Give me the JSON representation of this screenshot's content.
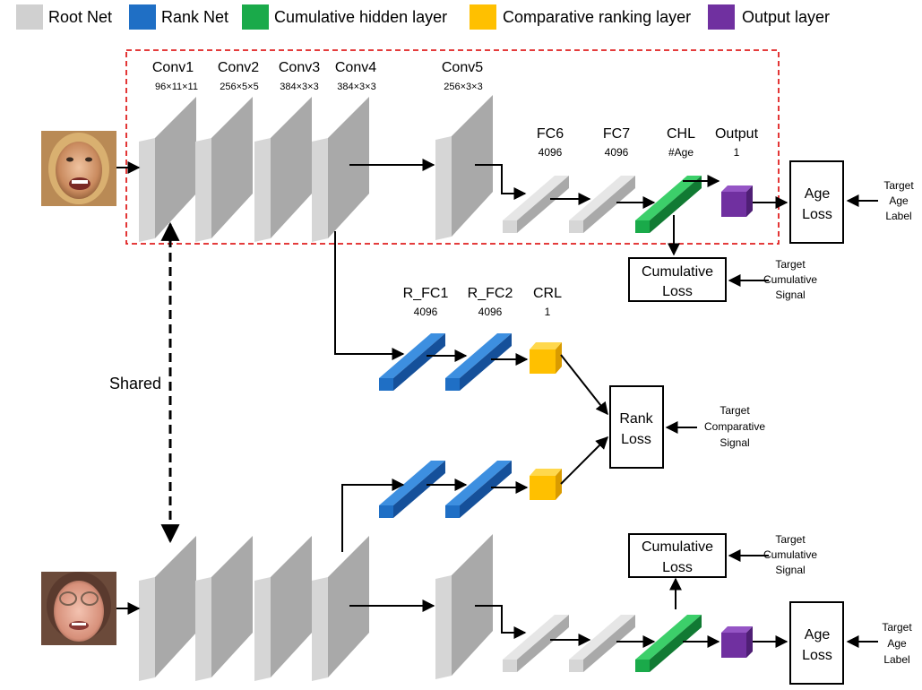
{
  "legend": [
    {
      "label": "Root Net",
      "color": "#d0d0d0"
    },
    {
      "label": "Rank Net",
      "color": "#1f6fc5"
    },
    {
      "label": "Cumulative hidden layer",
      "color": "#1aaa4a"
    },
    {
      "label": "Comparative ranking layer",
      "color": "#ffc000"
    },
    {
      "label": "Output layer",
      "color": "#7030a0"
    }
  ],
  "top_layers": [
    {
      "name": "Conv1",
      "dims": "96×11×11"
    },
    {
      "name": "Conv2",
      "dims": "256×5×5"
    },
    {
      "name": "Conv3",
      "dims": "384×3×3"
    },
    {
      "name": "Conv4",
      "dims": "384×3×3"
    },
    {
      "name": "Conv5",
      "dims": "256×3×3"
    },
    {
      "name": "FC6",
      "dims": "4096"
    },
    {
      "name": "FC7",
      "dims": "4096"
    },
    {
      "name": "CHL",
      "dims": "#Age"
    },
    {
      "name": "Output",
      "dims": "1"
    }
  ],
  "rank_layers": [
    {
      "name": "R_FC1",
      "dims": "4096"
    },
    {
      "name": "R_FC2",
      "dims": "4096"
    },
    {
      "name": "CRL",
      "dims": "1"
    }
  ],
  "boxes": {
    "age_loss": [
      "Age",
      "Loss"
    ],
    "cumulative_loss": [
      "Cumulative",
      "Loss"
    ],
    "rank_loss": [
      "Rank",
      "Loss"
    ]
  },
  "targets": {
    "age_label": [
      "Target",
      "Age",
      "Label"
    ],
    "cumulative_signal": [
      "Target",
      "Cumulative",
      "Signal"
    ],
    "comparative_signal": [
      "Target",
      "Comparative",
      "Signal"
    ]
  },
  "shared_label": "Shared",
  "colors": {
    "gray_front": "#d6d6d6",
    "gray_top": "#e6e6e6",
    "gray_side": "#a9a9a9",
    "blue_front": "#1f6fc5",
    "blue_top": "#3d8fe0",
    "blue_side": "#15509a",
    "green_front": "#1aaa4a",
    "green_top": "#3ccf6a",
    "green_side": "#117a33",
    "yellow_front": "#ffc000",
    "yellow_top": "#ffd84d",
    "yellow_side": "#d99b00",
    "purple_front": "#7030a0",
    "purple_top": "#9555c5",
    "purple_side": "#4f1f75",
    "dashed_box": "#e02020"
  }
}
